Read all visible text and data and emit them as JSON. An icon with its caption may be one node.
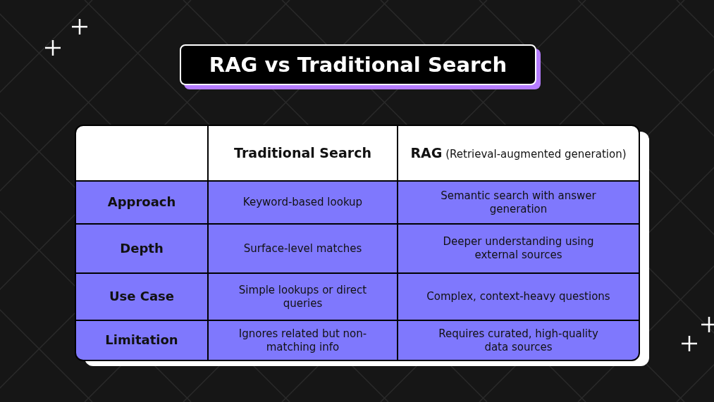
{
  "diagram": {
    "title": "RAG vs Traditional Search",
    "labels": [
      "Traditional Search",
      "**RAG** (Retrieval-augmented generation)",
      "Approach",
      "Keyword-based lookup",
      "Semantic search with answer generation",
      "Depth",
      "Surface-level matches",
      "Deeper understanding using external sources",
      "Use Case",
      "Simple lookups or direct queries",
      "Complex, context-heavy questions",
      "Limitation",
      "Ignores related but non-matching info",
      "Requires curated, high-quality data sources"
    ]
  }
}
